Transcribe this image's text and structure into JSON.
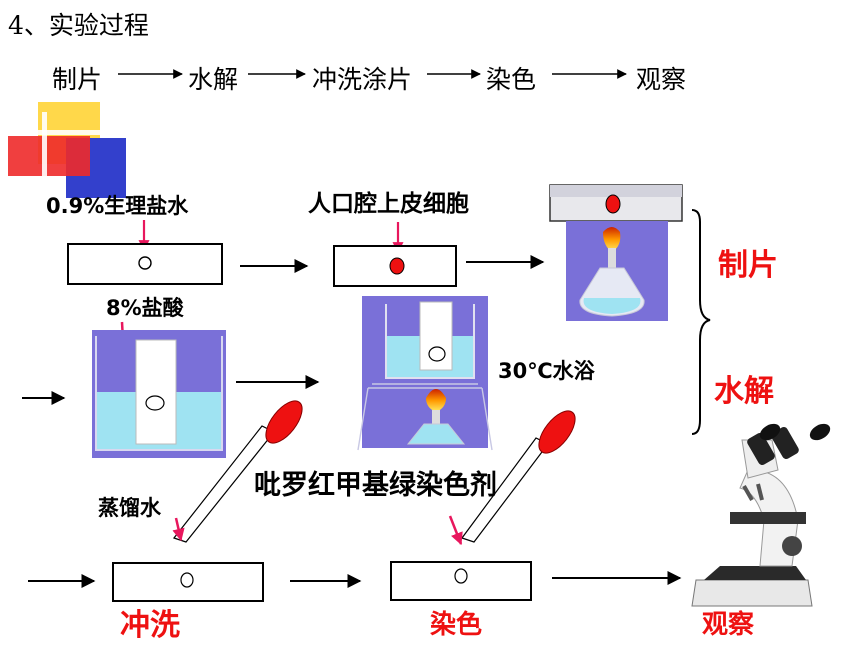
{
  "title": "4、实验过程",
  "flow": [
    "制片",
    "水解",
    "冲洗涂片",
    "染色",
    "观察"
  ],
  "labels": {
    "saline": "0.9%生理盐水",
    "cells": "人口腔上皮细胞",
    "hcl": "8%盐酸",
    "bath": "30℃水浴",
    "stain": "吡罗红甲基绿染色剂",
    "water": "蒸馏水"
  },
  "stages": {
    "make": "制片",
    "hydrolysis": "水解",
    "rinse": "冲洗",
    "dye": "染色",
    "observe": "观察"
  },
  "colors": {
    "red": "#ee1111",
    "arrow_pink": "#e8175d",
    "beaker_purple": "#7a70d8",
    "water_blue": "#9fe3f2"
  }
}
